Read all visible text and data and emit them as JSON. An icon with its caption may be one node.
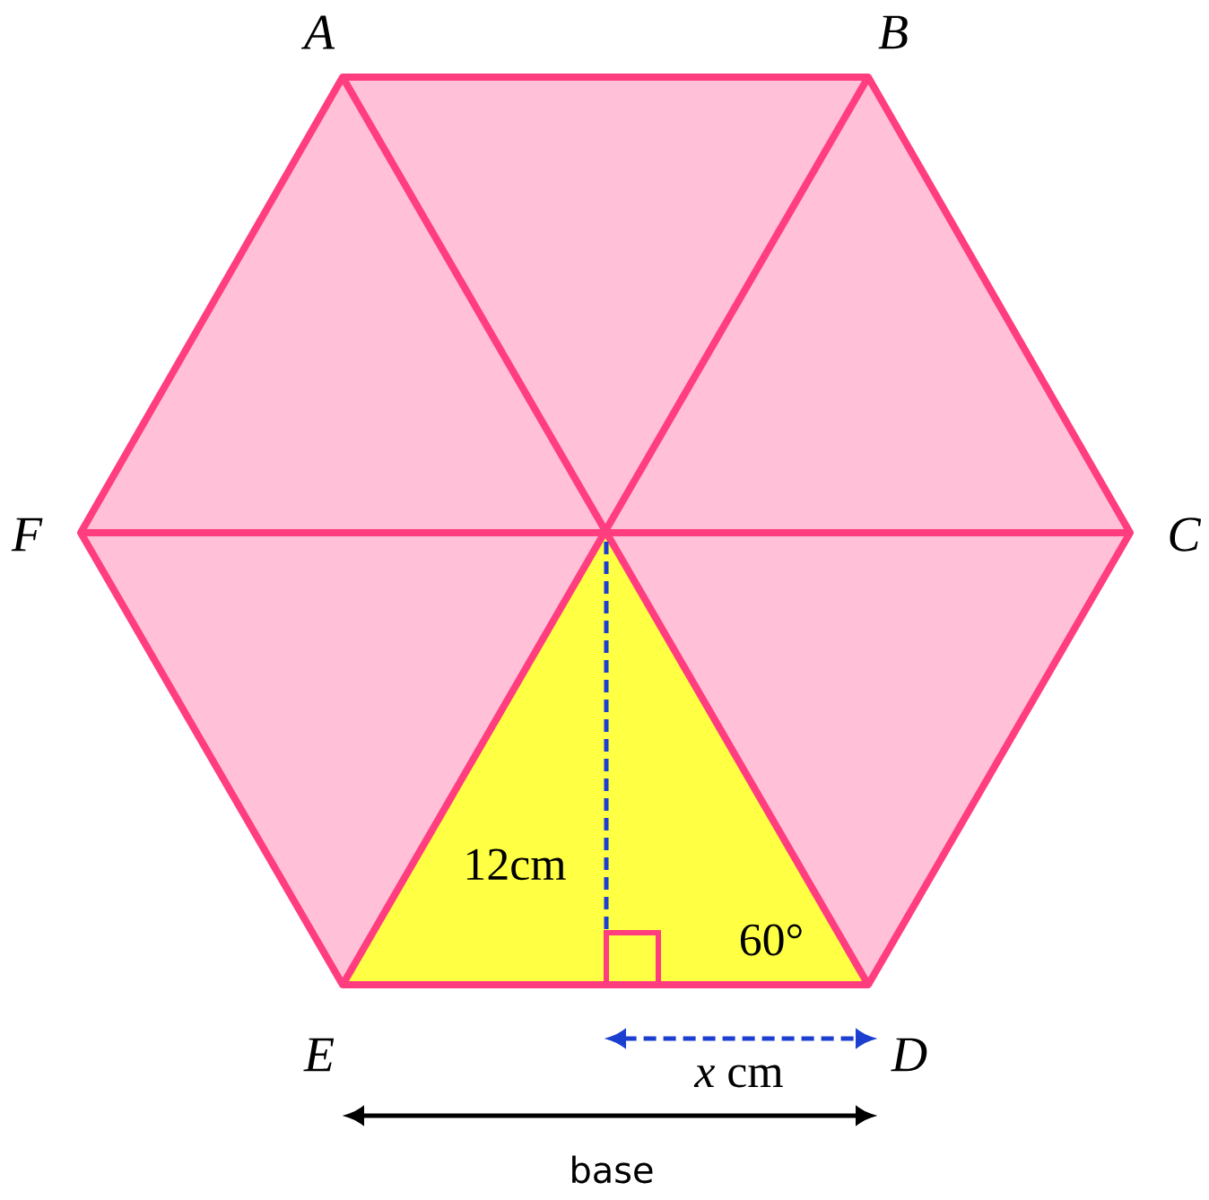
{
  "diagram": {
    "labels": [
      "A",
      "B",
      "F",
      "C",
      "12cm",
      "60°",
      "E",
      "D",
      "*x* cm",
      "base"
    ]
  }
}
